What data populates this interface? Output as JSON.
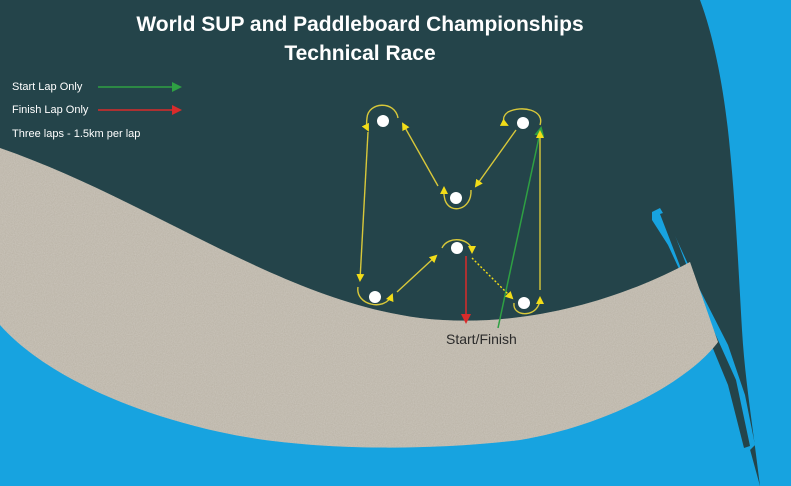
{
  "title_line1": "World SUP and Paddleboard  Championships",
  "title_line2": "Technical Race",
  "legend": {
    "start_lap": "Start Lap Only",
    "finish_lap": "Finish Lap Only",
    "laps_note": "Three laps - 1.5km per lap"
  },
  "start_finish_label": "Start/Finish",
  "colors": {
    "water_deep": "#24444a",
    "water_shallow": "#17a3e0",
    "beach": "#bab3a7",
    "course_line": "#d8c83a",
    "buoy_arrow": "#f2dd18",
    "start_lap_arrow": "#2ea043",
    "finish_lap_arrow": "#d92b2b",
    "buoy": "#ffffff"
  },
  "icons": [
    "buoy-icon",
    "course-arrow-icon"
  ]
}
